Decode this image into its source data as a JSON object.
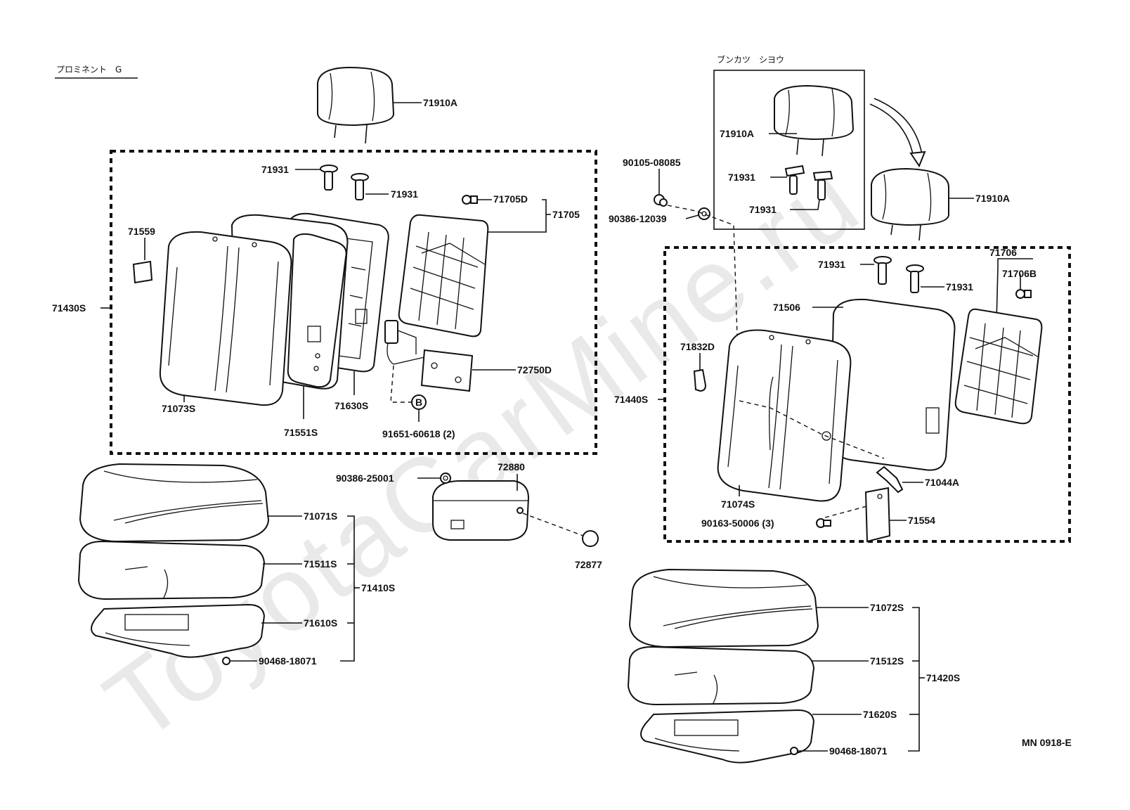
{
  "header": {
    "label": "プロミネント　G"
  },
  "inset": {
    "label": "ブンカツ　シヨウ"
  },
  "figure_code": "MN 0918-E",
  "watermark": "ToyotaCarMine.ru",
  "circle_marker": "B",
  "parts": {
    "p71910a_top": "71910A",
    "p71931_a": "71931",
    "p71931_b": "71931",
    "p71705d": "71705D",
    "p71705": "71705",
    "p71559": "71559",
    "p71430s": "71430S",
    "p72750d": "72750D",
    "p71073s": "71073S",
    "p71630s": "71630S",
    "p71551s": "71551S",
    "p91651": "91651-60618 (2)",
    "p90105": "90105-08085",
    "p90386_12039": "90386-12039",
    "p71910a_inset": "71910A",
    "p71931_inset_a": "71931",
    "p71931_inset_b": "71931",
    "p71910a_right": "71910A",
    "p71931_c": "71931",
    "p71931_d": "71931",
    "p71706": "71706",
    "p71706b": "71706B",
    "p71506": "71506",
    "p71832d": "71832D",
    "p71440s": "71440S",
    "p72880": "72880",
    "p90386_25001": "90386-25001",
    "p72877": "72877",
    "p71071s": "71071S",
    "p71511s": "71511S",
    "p71410s": "71410S",
    "p71610s": "71610S",
    "p90468_left": "90468-18071",
    "p71074s": "71074S",
    "p71044a": "71044A",
    "p90163": "90163-50006 (3)",
    "p71554": "71554",
    "p71072s": "71072S",
    "p71512s": "71512S",
    "p71420s": "71420S",
    "p71620s": "71620S",
    "p90468_right": "90468-18071"
  }
}
